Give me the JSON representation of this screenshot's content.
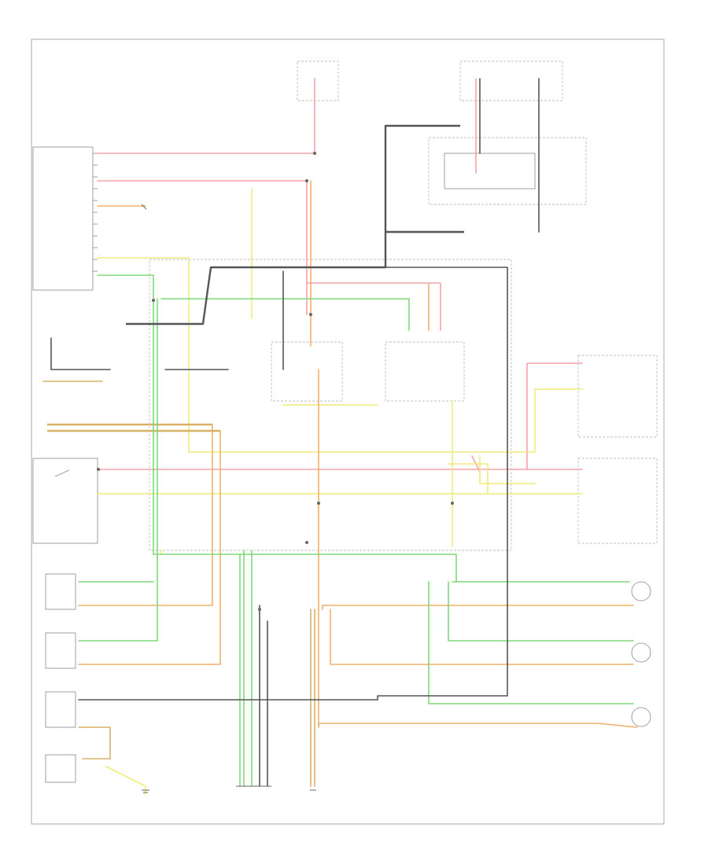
{
  "colors": {
    "pink": "#f4a4a8",
    "yellow": "#f2ea7a",
    "orange": "#f0b06a",
    "tan": "#d8b068",
    "green": "#7fd87a",
    "ltgreen": "#9fe29a",
    "black": "#444444",
    "gray": "#777777",
    "white": "#dddddd",
    "frame": "#aaaaaa"
  },
  "icons": [
    "ground-symbol",
    "lamp-bulb",
    "switch-contact",
    "splice-dot"
  ]
}
